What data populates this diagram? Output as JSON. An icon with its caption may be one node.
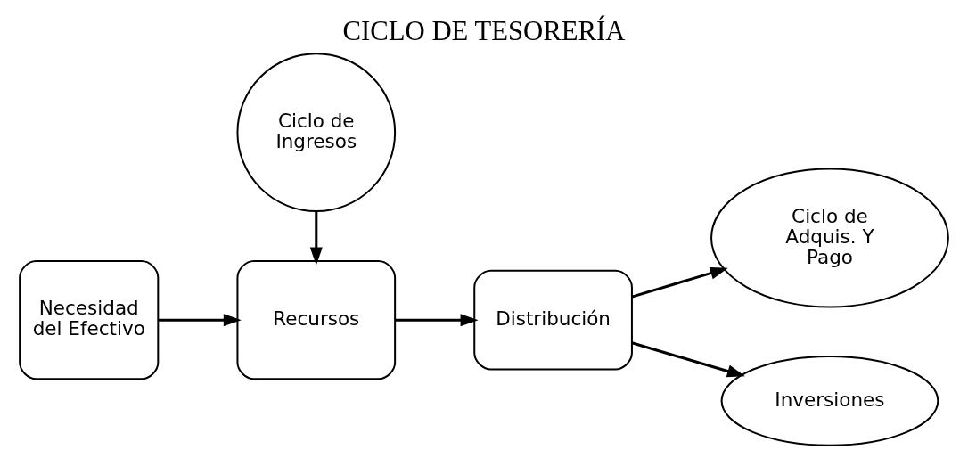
{
  "diagram": {
    "title": "CICLO DE TESORERÍA",
    "nodes": [
      {
        "text": [
          "Ciclo de Ingresos"
        ]
      },
      {
        "text": [
          "Necesidad del Efectivo"
        ]
      },
      {
        "text": [
          "Recursos"
        ]
      },
      {
        "text": [
          "Distribución"
        ]
      },
      {
        "text": [
          "Ciclo de Adquis. Y Pago"
        ]
      },
      {
        "text": [
          "Inversiones"
        ]
      }
    ],
    "edges": [
      {
        "from": 0,
        "to": 2,
        "arrow": "to"
      },
      {
        "from": 1,
        "to": 2,
        "arrow": "to"
      },
      {
        "from": 2,
        "to": 3,
        "arrow": "to"
      },
      {
        "from": 3,
        "to": 4,
        "arrow": "to"
      },
      {
        "from": 3,
        "to": 5,
        "arrow": "to"
      }
    ]
  }
}
